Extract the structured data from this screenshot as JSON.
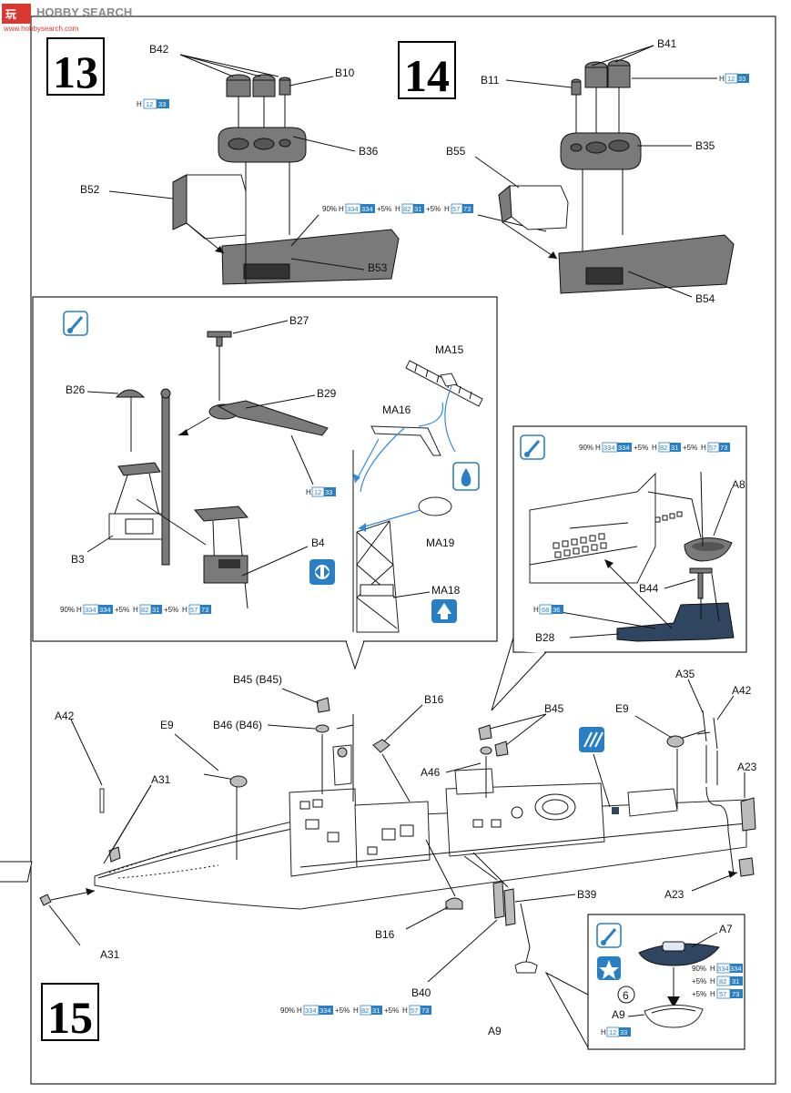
{
  "watermark": {
    "brand": "HOBBY SEARCH",
    "site": "www.hobbysearch.com"
  },
  "steps": {
    "s13": "13",
    "s14": "14",
    "s15": "15"
  },
  "labels": {
    "b42": "B42",
    "b10": "B10",
    "b36": "B36",
    "b52": "B52",
    "b53": "B53",
    "b41": "B41",
    "b11": "B11",
    "b35": "B35",
    "b55": "B55",
    "b54": "B54",
    "b27": "B27",
    "ma15": "MA15",
    "b26": "B26",
    "b29": "B29",
    "ma16": "MA16",
    "b3": "B3",
    "b4": "B4",
    "ma19": "MA19",
    "ma18": "MA18",
    "a8": "A8",
    "b44": "B44",
    "b28": "B28",
    "b45b45": "B45 (B45)",
    "b46b46": "B46 (B46)",
    "b16a": "B16",
    "b45": "B45",
    "a35": "A35",
    "a42r": "A42",
    "a42l": "A42",
    "e9l": "E9",
    "e9r": "E9",
    "a31a": "A31",
    "a46": "A46",
    "a23a": "A23",
    "a23b": "A23",
    "a31b": "A31",
    "b39": "B39",
    "b16b": "B16",
    "b40": "B40",
    "a9a": "A9",
    "a7": "A7",
    "a9b": "A9",
    "six": "6"
  },
  "paint": {
    "h12_33": {
      "h": "H",
      "n1": "12",
      "n2": "33"
    },
    "h68_36": {
      "h": "H",
      "n1": "68",
      "n2": "36"
    },
    "mix": {
      "p90": "90%",
      "h": "H",
      "c1a": "334",
      "c1b": "334",
      "plus1": "+5%",
      "c2a": "82",
      "c2b": "31",
      "plus2": "+5%",
      "c3a": "57",
      "c3b": "73"
    }
  },
  "colors": {
    "accent_blue": "#2a7fc4",
    "grey_part": "#7a7a7a",
    "navy_part": "#30455f"
  }
}
